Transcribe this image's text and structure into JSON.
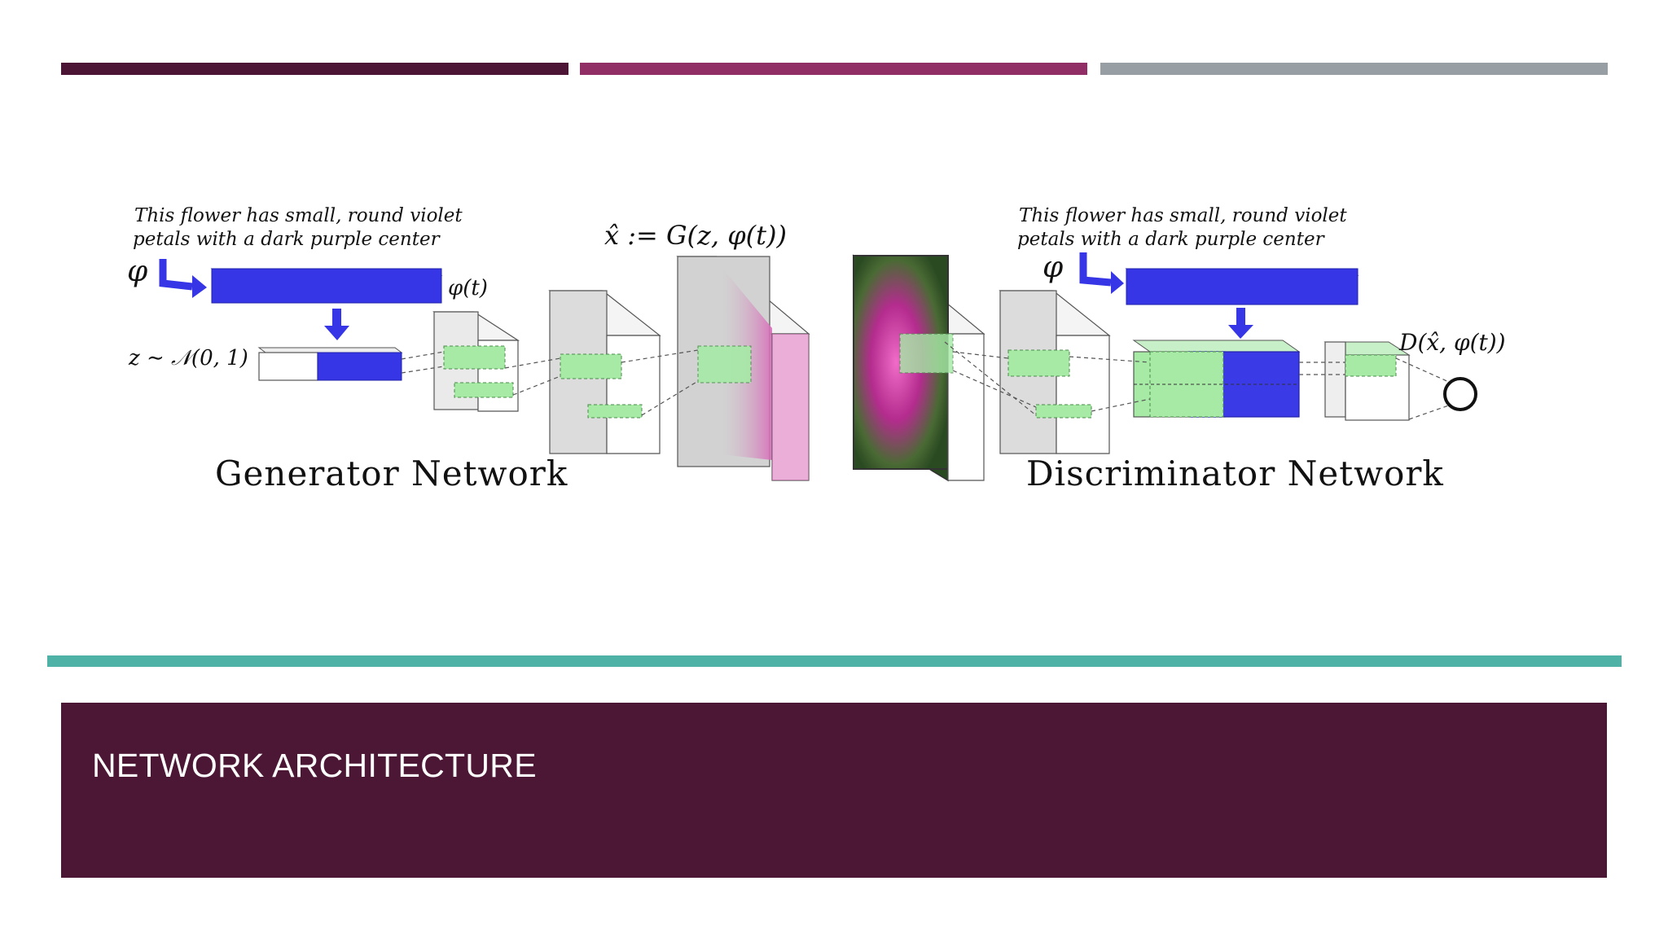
{
  "slide": {
    "title": "NETWORK ARCHITECTURE"
  },
  "colors": {
    "bar_dark": "#4c1535",
    "bar_magenta": "#912e66",
    "bar_gray": "#979ea4",
    "teal_rule": "#4eb2a6",
    "title_box": "#4c1635",
    "embed_blue": "#3636e6",
    "feature_green": "#a6eaa6"
  },
  "diagram": {
    "gen_caption_line1": "This flower has small, round violet",
    "gen_caption_line2": "petals with a dark purple center",
    "disc_caption_line1": "This flower has small, round violet",
    "disc_caption_line2": "petals with a dark purple center",
    "phi": "φ",
    "phi_t": "φ(t)",
    "z_label": "z ∼ 𝒩(0, 1)",
    "x_hat_label": "x̂ := G(z, φ(t))",
    "d_label": "D(x̂, φ(t))",
    "generator_label": "Generator Network",
    "discriminator_label": "Discriminator Network"
  }
}
